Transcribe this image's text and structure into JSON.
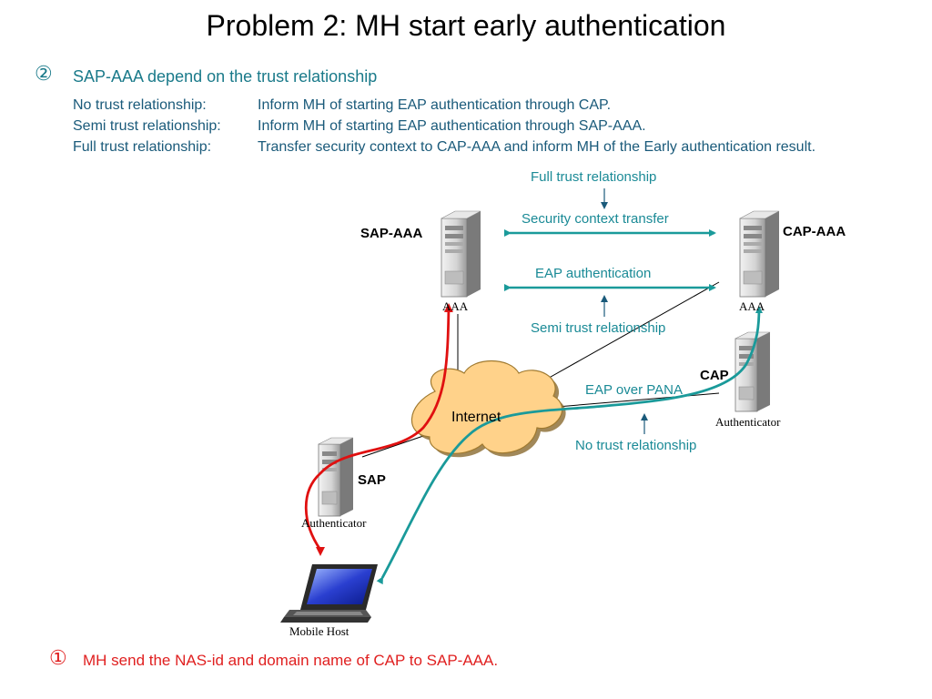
{
  "title": "Problem 2: MH start early authentication",
  "step2": {
    "marker": "②",
    "text": "SAP-AAA depend on the trust relationship",
    "rows": [
      {
        "label": "No trust relationship:",
        "desc": "Inform MH of starting EAP authentication through CAP."
      },
      {
        "label": "Semi trust relationship:",
        "desc": "Inform MH of starting EAP authentication through SAP-AAA."
      },
      {
        "label": "Full trust relationship:",
        "desc": "Transfer security context to CAP-AAA and inform MH of the Early authentication result."
      }
    ]
  },
  "diagram": {
    "full_trust": "Full trust relationship",
    "security_context": "Security context transfer",
    "eap_auth": "EAP authentication",
    "semi_trust": "Semi trust relationship",
    "eap_pana": "EAP over PANA",
    "no_trust": "No trust relationship",
    "sap_aaa": "SAP-AAA",
    "cap_aaa": "CAP-AAA",
    "aaa_left": "AAA",
    "aaa_right": "AAA",
    "cap": "CAP",
    "sap": "SAP",
    "auth_left": "Authenticator",
    "auth_right": "Authenticator",
    "internet": "Internet",
    "mobile_host": "Mobile Host"
  },
  "step1": {
    "marker": "①",
    "text": "MH send the NAS-id and domain name of CAP to SAP-AAA."
  },
  "colors": {
    "teal": "#1a9a9a",
    "red": "#e01010"
  }
}
